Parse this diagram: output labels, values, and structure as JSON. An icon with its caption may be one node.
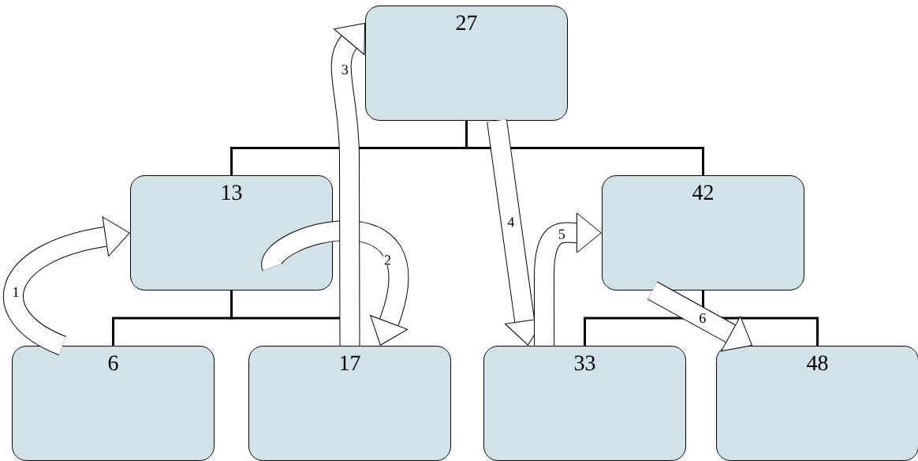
{
  "diagram": {
    "nodes": [
      {
        "text": [
          "27"
        ]
      },
      {
        "text": [
          "13"
        ]
      },
      {
        "text": [
          "42"
        ]
      },
      {
        "text": [
          "6"
        ]
      },
      {
        "text": [
          "17"
        ]
      },
      {
        "text": [
          "33"
        ]
      },
      {
        "text": [
          "48"
        ]
      }
    ],
    "edges": [
      {
        "from": 0,
        "to": 1,
        "arrow": "none"
      },
      {
        "from": 0,
        "to": 2,
        "arrow": "none"
      },
      {
        "from": 1,
        "to": 3,
        "arrow": "none"
      },
      {
        "from": 1,
        "to": 4,
        "arrow": "none"
      },
      {
        "from": 2,
        "to": 5,
        "arrow": "none"
      },
      {
        "from": 2,
        "to": 6,
        "arrow": "none"
      },
      {
        "from": 3,
        "to": 1,
        "arrow": "to",
        "style": "thick",
        "label": "1"
      },
      {
        "from": 1,
        "to": 4,
        "arrow": "to",
        "style": "thick",
        "label": "2"
      },
      {
        "from": 4,
        "to": 0,
        "arrow": "to",
        "style": "thick",
        "label": "3"
      },
      {
        "from": 0,
        "to": 5,
        "arrow": "to",
        "style": "thick",
        "label": "4"
      },
      {
        "from": 5,
        "to": 2,
        "arrow": "to",
        "style": "thick",
        "label": "5"
      },
      {
        "from": 2,
        "to": 6,
        "arrow": "to",
        "style": "thick",
        "label": "6"
      }
    ]
  }
}
